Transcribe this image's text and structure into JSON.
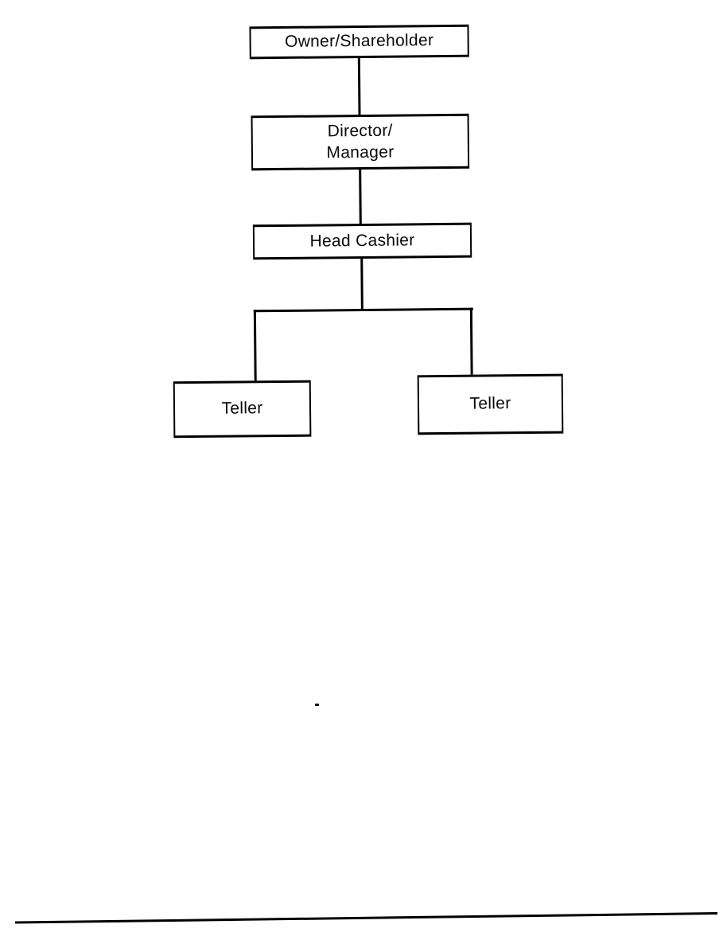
{
  "page": {
    "background_color": "#ffffff",
    "ink_color": "#000000"
  },
  "org_chart": {
    "type": "org-tree",
    "nodes": [
      {
        "id": "owner-shareholder",
        "label": "Owner/Shareholder"
      },
      {
        "id": "director-manager",
        "label": "Director/Manager",
        "lines": [
          "Director/",
          "Manager"
        ]
      },
      {
        "id": "head-cashier",
        "label": "Head Cashier"
      },
      {
        "id": "teller-left",
        "label": "Teller"
      },
      {
        "id": "teller-right",
        "label": "Teller"
      }
    ],
    "edges": [
      {
        "from": "owner-shareholder",
        "to": "director-manager"
      },
      {
        "from": "director-manager",
        "to": "head-cashier"
      },
      {
        "from": "head-cashier",
        "to": "teller-left"
      },
      {
        "from": "head-cashier",
        "to": "teller-right"
      }
    ]
  }
}
